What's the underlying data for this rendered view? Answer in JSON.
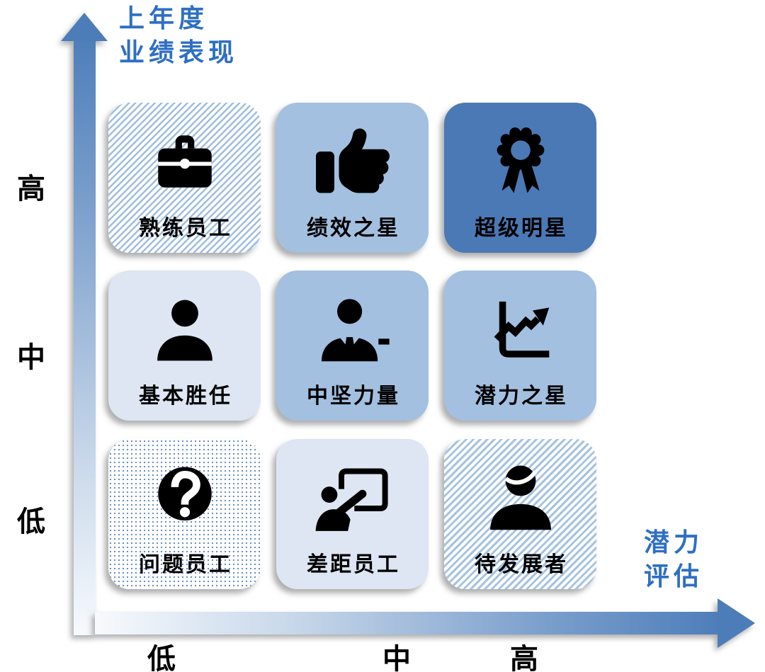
{
  "y_axis": {
    "title_line1": "上年度",
    "title_line2": "业绩表现",
    "ticks": [
      "高",
      "中",
      "低"
    ]
  },
  "x_axis": {
    "title_line1": "潜力",
    "title_line2": "评估",
    "ticks": [
      "低",
      "中",
      "高"
    ]
  },
  "colors": {
    "accent_blue": "#2e6fc4",
    "arrow_blue": "#4d7db9",
    "cell_dark": "#4a79b5",
    "cell_medium": "#a3c0e0",
    "cell_light": "#dde6f2",
    "icon_black": "#000000"
  },
  "cells": [
    {
      "label": "熟练员工",
      "icon": "briefcase-icon",
      "fill": "hatch",
      "performance": "高",
      "potential": "低"
    },
    {
      "label": "绩效之星",
      "icon": "thumbs-up-icon",
      "fill": "medium",
      "performance": "高",
      "potential": "中"
    },
    {
      "label": "超级明星",
      "icon": "award-ribbon-icon",
      "fill": "dark",
      "performance": "高",
      "potential": "高"
    },
    {
      "label": "基本胜任",
      "icon": "person-icon",
      "fill": "light",
      "performance": "中",
      "potential": "低"
    },
    {
      "label": "中坚力量",
      "icon": "person-tie-icon",
      "fill": "medium",
      "performance": "中",
      "potential": "中"
    },
    {
      "label": "潜力之星",
      "icon": "trend-chart-icon",
      "fill": "medium",
      "performance": "中",
      "potential": "高"
    },
    {
      "label": "问题员工",
      "icon": "question-circle-icon",
      "fill": "dots",
      "performance": "低",
      "potential": "低"
    },
    {
      "label": "差距员工",
      "icon": "presenter-icon",
      "fill": "light",
      "performance": "低",
      "potential": "中"
    },
    {
      "label": "待发展者",
      "icon": "person-headband-icon",
      "fill": "hatch2",
      "performance": "低",
      "potential": "高"
    }
  ]
}
